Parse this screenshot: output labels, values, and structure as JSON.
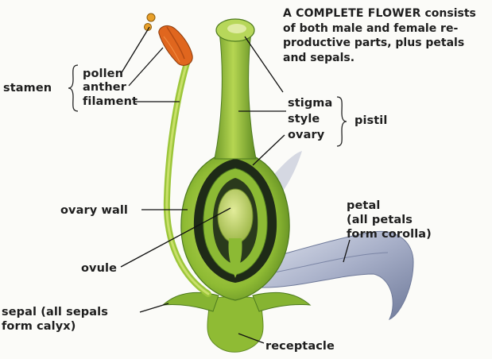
{
  "caption": {
    "heading": "A COMPLETE FLOWER",
    "text": " consists of both male and female re-productive parts, plus petals and sepals."
  },
  "labels": {
    "stamen": "stamen",
    "pollen": "pollen",
    "anther": "anther",
    "filament": "filament",
    "stigma": "stigma",
    "style": "style",
    "ovary": "ovary",
    "pistil": "pistil",
    "ovary_wall": "ovary wall",
    "ovule": "ovule",
    "petal": "petal\n(all petals\nform corolla)",
    "sepal": "sepal (all sepals\nform calyx)",
    "receptacle": "receptacle"
  },
  "colors": {
    "plant_green": "#9cc63a",
    "dark_green": "#4d7a1e",
    "light_green": "#c9e06a",
    "anther_orange": "#e0661e",
    "petal_gray": "#9aa3bd",
    "ovary_black": "#1e2a17"
  }
}
